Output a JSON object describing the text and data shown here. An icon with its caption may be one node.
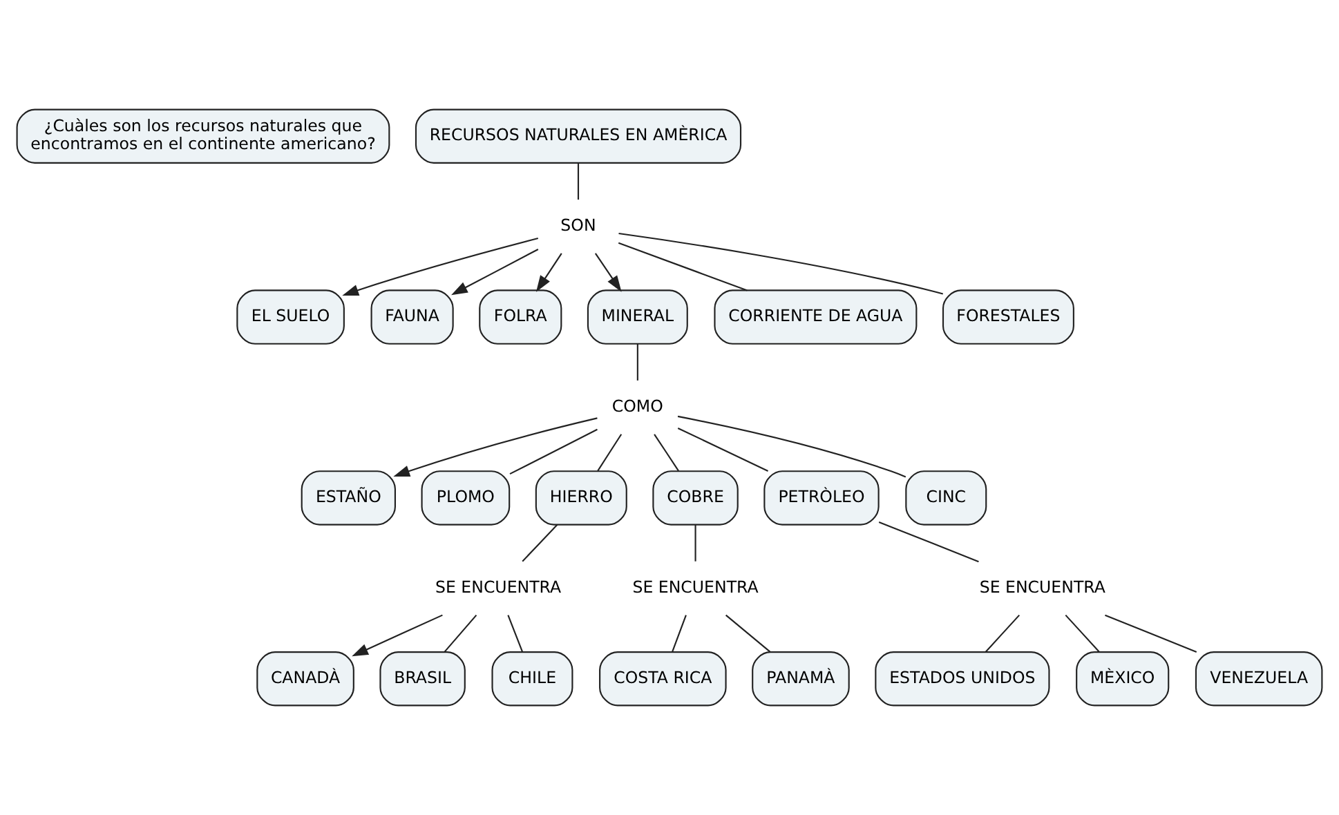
{
  "diagram": {
    "nodes": [
      {
        "text": [
          "¿Cuàles son los recursos naturales que encontramos en el continente americano?"
        ]
      },
      {
        "text": [
          "RECURSOS NATURALES EN AMÈRICA"
        ]
      },
      {
        "text": [
          "SON"
        ]
      },
      {
        "text": [
          "EL SUELO"
        ]
      },
      {
        "text": [
          "FAUNA"
        ]
      },
      {
        "text": [
          "FOLRA"
        ]
      },
      {
        "text": [
          "MINERAL"
        ]
      },
      {
        "text": [
          "CORRIENTE DE AGUA"
        ]
      },
      {
        "text": [
          "FORESTALES"
        ]
      },
      {
        "text": [
          "COMO"
        ]
      },
      {
        "text": [
          "ESTAÑO"
        ]
      },
      {
        "text": [
          "PLOMO"
        ]
      },
      {
        "text": [
          "HIERRO"
        ]
      },
      {
        "text": [
          "COBRE"
        ]
      },
      {
        "text": [
          "PETRÒLEO"
        ]
      },
      {
        "text": [
          "CINC"
        ]
      },
      {
        "text": [
          "SE ENCUENTRA"
        ]
      },
      {
        "text": [
          "SE ENCUENTRA"
        ]
      },
      {
        "text": [
          "CANADÀ"
        ]
      },
      {
        "text": [
          "BRASIL"
        ]
      },
      {
        "text": [
          "CHILE"
        ]
      },
      {
        "text": [
          "SE ENCUENTRA"
        ]
      },
      {
        "text": [
          "COSTA RICA"
        ]
      },
      {
        "text": [
          "PANAMÀ"
        ]
      },
      {
        "text": [
          "ESTADOS UNIDOS"
        ]
      },
      {
        "text": [
          "MÈXICO"
        ]
      },
      {
        "text": [
          "VENEZUELA"
        ]
      }
    ],
    "edges": [
      {
        "from": 1,
        "to": 2,
        "arrow": "none"
      },
      {
        "from": 2,
        "to": 3,
        "arrow": "to"
      },
      {
        "from": 2,
        "to": 4,
        "arrow": "to"
      },
      {
        "from": 2,
        "to": 5,
        "arrow": "to"
      },
      {
        "from": 2,
        "to": 6,
        "arrow": "to"
      },
      {
        "from": 2,
        "to": 7,
        "arrow": "none"
      },
      {
        "from": 2,
        "to": 8,
        "arrow": "none"
      },
      {
        "from": 6,
        "to": 9,
        "arrow": "none"
      },
      {
        "from": 9,
        "to": 10,
        "arrow": "to"
      },
      {
        "from": 9,
        "to": 11,
        "arrow": "none"
      },
      {
        "from": 9,
        "to": 12,
        "arrow": "none"
      },
      {
        "from": 9,
        "to": 13,
        "arrow": "none"
      },
      {
        "from": 9,
        "to": 14,
        "arrow": "none"
      },
      {
        "from": 9,
        "to": 15,
        "arrow": "none"
      },
      {
        "from": 12,
        "to": 16,
        "arrow": "none"
      },
      {
        "from": 16,
        "to": 18,
        "arrow": "to"
      },
      {
        "from": 16,
        "to": 20,
        "arrow": "none"
      },
      {
        "from": 16,
        "to": 19,
        "arrow": "none"
      },
      {
        "from": 13,
        "to": 17,
        "arrow": "none"
      },
      {
        "from": 17,
        "to": 23,
        "arrow": "none"
      },
      {
        "from": 17,
        "to": 22,
        "arrow": "none"
      },
      {
        "from": 14,
        "to": 21,
        "arrow": "none"
      },
      {
        "from": 21,
        "to": 24,
        "arrow": "none"
      },
      {
        "from": 21,
        "to": 26,
        "arrow": "none"
      },
      {
        "from": 21,
        "to": 25,
        "arrow": "none"
      }
    ]
  }
}
